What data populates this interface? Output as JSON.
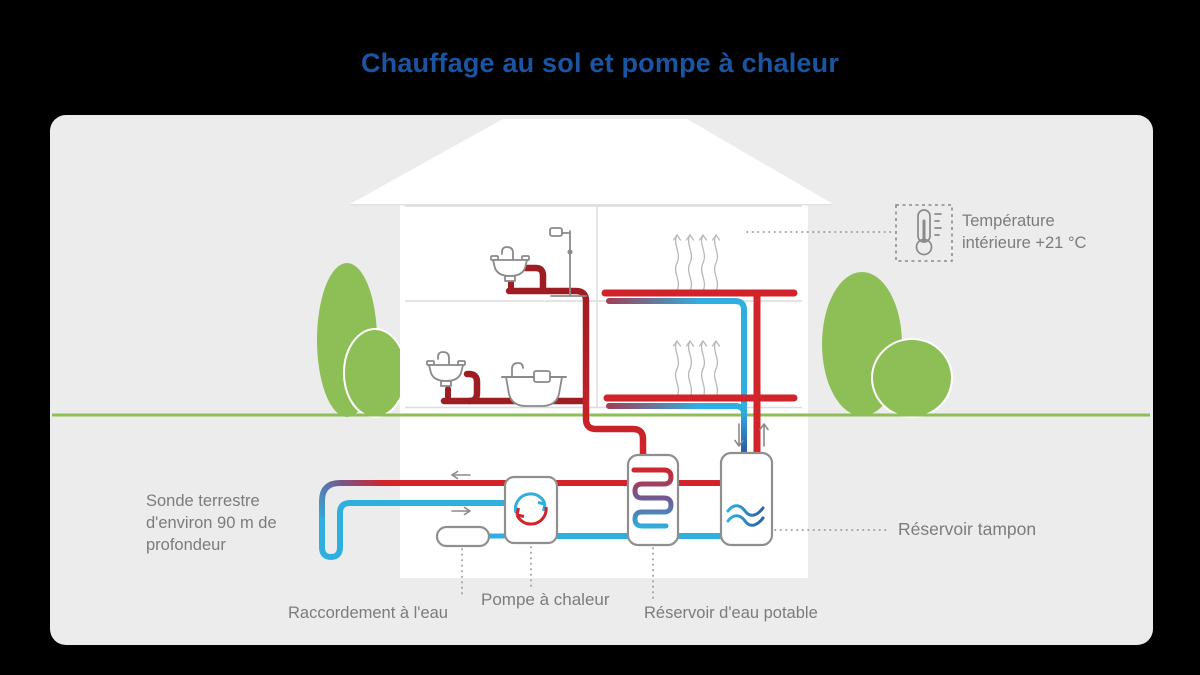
{
  "title": "Chauffage au sol et pompe à chaleur",
  "diagram": {
    "labels": {
      "temperature": "Température intérieure +21 °C",
      "sonde": "Sonde terrestre d'environ 90 m de profondeur",
      "raccordement": "Raccordement à l'eau",
      "pompe": "Pompe à chaleur",
      "reservoir_potable": "Réservoir d'eau potable",
      "reservoir_tampon": "Réservoir tampon"
    }
  },
  "colors": {
    "title_blue": "#1a55a3",
    "pipe_red": "#d2232a",
    "pipe_dark_red": "#9e1d22",
    "pipe_cyan": "#2fafe0",
    "pipe_dark_blue": "#2b5fa8",
    "green": "#8dbf56",
    "label_gray": "#7c7c7c",
    "panel_gray": "#ececec"
  }
}
